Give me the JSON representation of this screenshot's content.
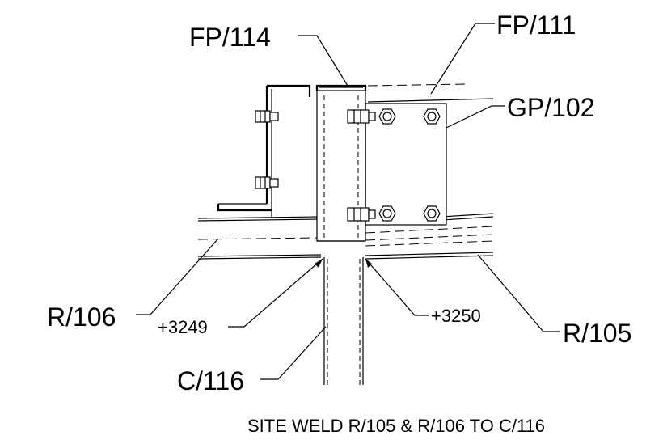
{
  "labels": {
    "fp114": "FP/114",
    "fp111": "FP/111",
    "gp102": "GP/102",
    "r106": "R/106",
    "r105": "R/105",
    "c116": "C/116",
    "elev_left": "+3249",
    "elev_right": "+3250"
  },
  "caption": "SITE WELD R/105 & R/106 TO C/116"
}
